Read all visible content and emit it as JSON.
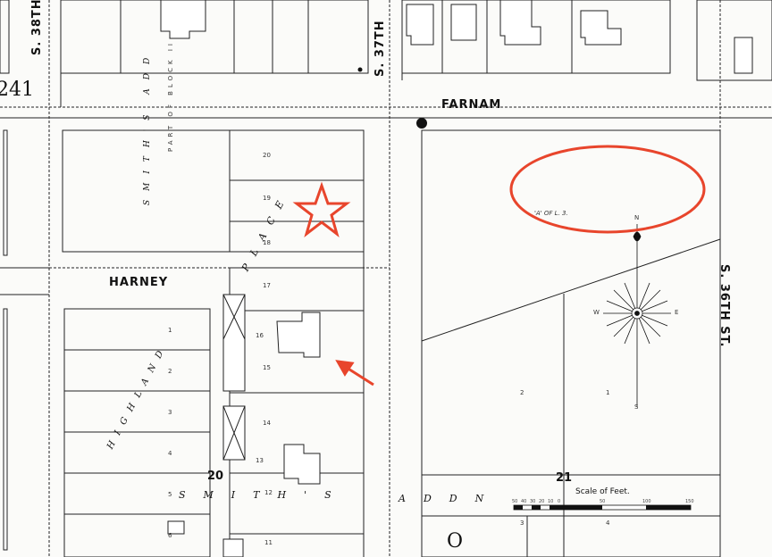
{
  "streets": {
    "farnam": "FARNAM",
    "harney": "HARNEY",
    "s38": "S. 38TH",
    "s37": "S. 37TH",
    "s36": "S. 36TH ST."
  },
  "subdivisions": {
    "smiths_place": "PLACE",
    "smiths_top": "SMITH'S ADD",
    "part_block": "PART OF BLOCK II",
    "highland": "HIGHLAND",
    "smiths_bottom": "SMITH'S",
    "addn": "ADDN"
  },
  "numbers": {
    "sheet_left": "241",
    "block_20": "20",
    "block_21": "21",
    "big_o": "O"
  },
  "lots_left": [
    "1",
    "2",
    "3",
    "4",
    "5",
    "6"
  ],
  "lots_place": [
    "20",
    "19",
    "18",
    "17",
    "16",
    "15",
    "14",
    "13",
    "12",
    "11"
  ],
  "lots_right": [
    "2",
    "1",
    "3",
    "4"
  ],
  "tract_label": "'A' OF L. 3.",
  "compass": {
    "n": "N",
    "s": "S",
    "e": "E",
    "w": "W"
  },
  "scale": {
    "title": "Scale of Feet.",
    "ticks": [
      "50",
      "40",
      "30",
      "20",
      "10",
      "0",
      "50",
      "100",
      "150"
    ]
  },
  "annotations": {
    "star_color": "#e8452c",
    "arrow_color": "#e8452c",
    "ellipse_color": "#e8452c"
  }
}
